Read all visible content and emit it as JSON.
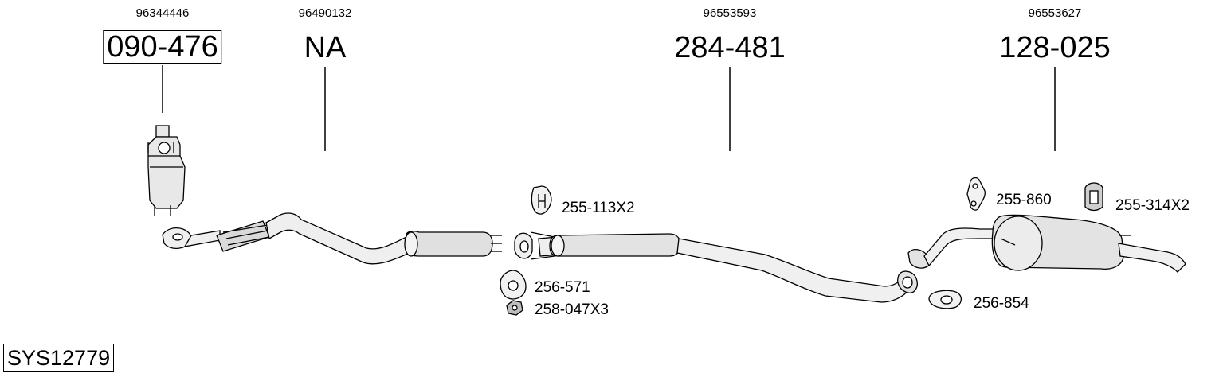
{
  "parts": [
    {
      "oe": "96344446",
      "part_no": "090-476",
      "boxed": true
    },
    {
      "oe": "96490132",
      "part_no": "NA",
      "boxed": false
    },
    {
      "oe": "96553593",
      "part_no": "284-481",
      "boxed": false
    },
    {
      "oe": "96553627",
      "part_no": "128-025",
      "boxed": false
    }
  ],
  "accessories": [
    {
      "label": "255-113X2",
      "icon": "rubber-hanger-icon"
    },
    {
      "label": "256-571",
      "icon": "gasket-icon"
    },
    {
      "label": "258-047X3",
      "icon": "nut-icon"
    },
    {
      "label": "255-860",
      "icon": "hanger-bracket-icon"
    },
    {
      "label": "255-314X2",
      "icon": "rubber-mount-icon"
    },
    {
      "label": "256-854",
      "icon": "gasket-oval-icon"
    }
  ],
  "system_id": "SYS12779",
  "colors": {
    "line": "#000000",
    "fill": "#e6e6e6",
    "background": "#ffffff"
  }
}
